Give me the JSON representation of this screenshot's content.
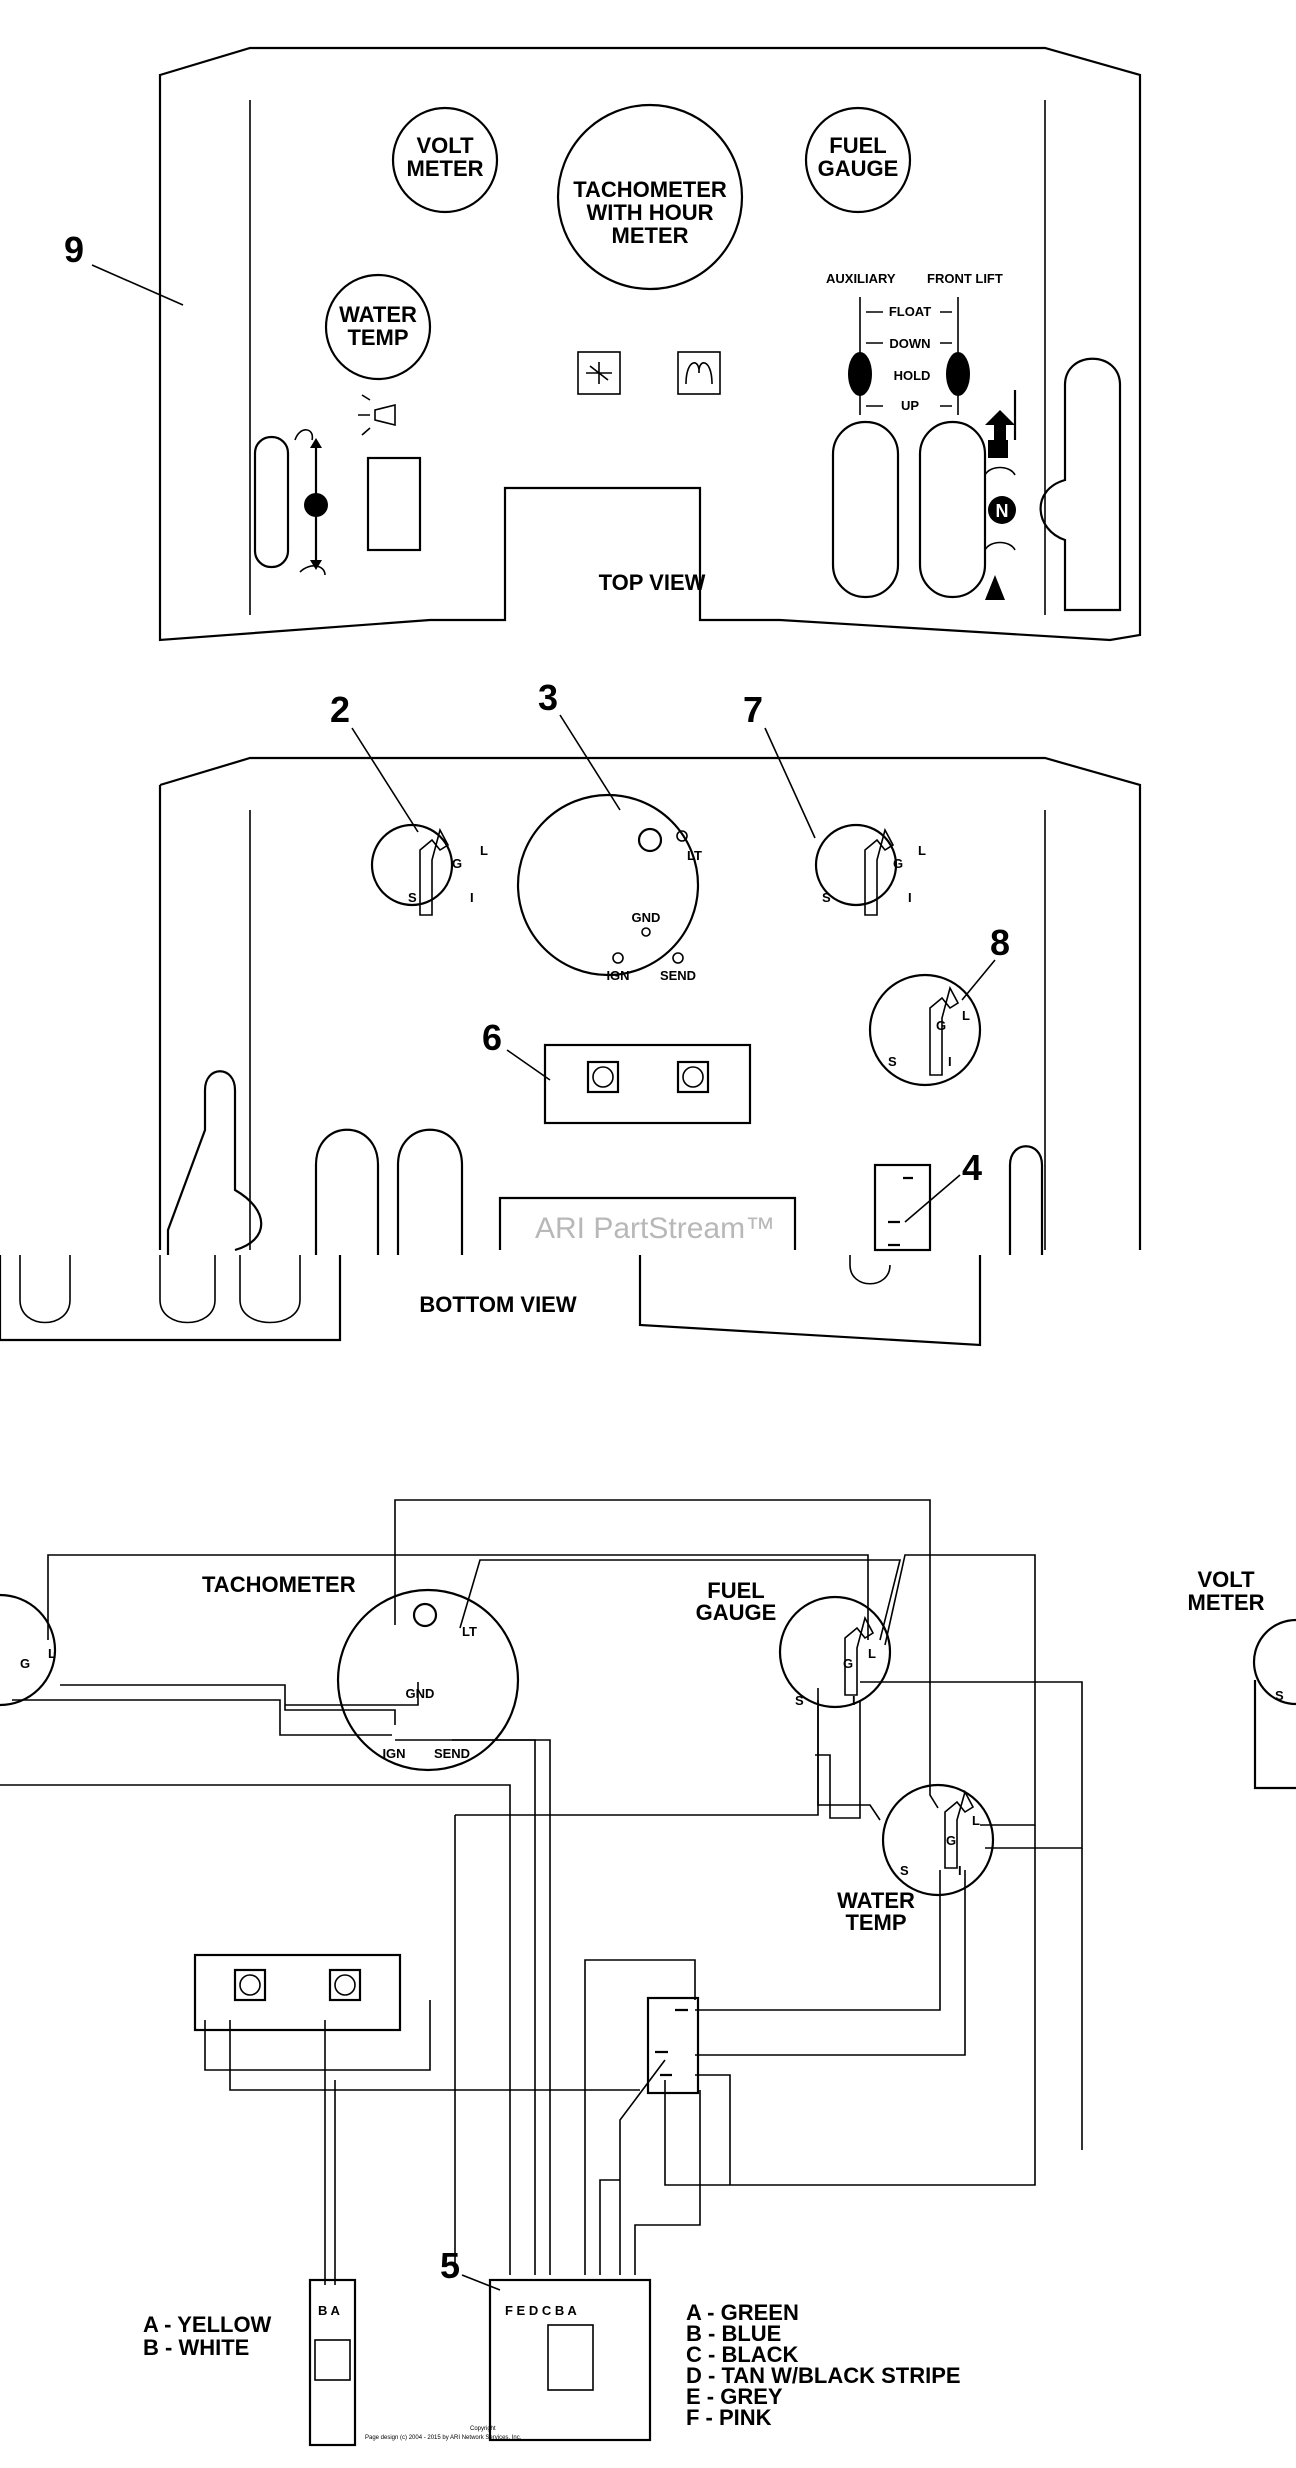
{
  "top_view": {
    "title": "TOP VIEW",
    "gauges": {
      "volt_meter": [
        "VOLT",
        "METER"
      ],
      "tachometer": [
        "TACHOMETER",
        "WITH HOUR",
        "METER"
      ],
      "fuel_gauge": [
        "FUEL",
        "GAUGE"
      ],
      "water_temp": [
        "WATER",
        "TEMP"
      ]
    },
    "levers": {
      "auxiliary": "AUXILIARY",
      "front_lift": "FRONT LIFT",
      "float": "FLOAT",
      "down": "DOWN",
      "hold": "HOLD",
      "up": "UP"
    },
    "neutral": "N",
    "callout_9": "9"
  },
  "bottom_view": {
    "title": "BOTTOM VIEW",
    "callouts": {
      "c2": "2",
      "c3": "3",
      "c4": "4",
      "c6": "6",
      "c7": "7",
      "c8": "8"
    },
    "terminals": {
      "g": "G",
      "l": "L",
      "s": "S",
      "i": "I",
      "lt": "LT",
      "gnd": "GND",
      "ign": "IGN",
      "send": "SEND"
    },
    "watermark": "ARI PartStream™"
  },
  "wiring": {
    "tachometer": "TACHOMETER",
    "fuel_gauge": [
      "FUEL",
      "GAUGE"
    ],
    "water_temp": [
      "WATER",
      "TEMP"
    ],
    "volt_meter": [
      "VOLT",
      "METER"
    ],
    "callout_5": "5",
    "connector_2_pins": "B  A",
    "connector_6_pins": "F  E  D  C  B  A",
    "legend_left": [
      "A - YELLOW",
      "B - WHITE"
    ],
    "legend_right": [
      "A - GREEN",
      "B - BLUE",
      "C - BLACK",
      "D - TAN W/BLACK STRIPE",
      "E - GREY",
      "F - PINK"
    ],
    "footer": [
      "Copyright",
      "Page design (c) 2004 - 2015 by ARI Network Services, Inc."
    ]
  }
}
